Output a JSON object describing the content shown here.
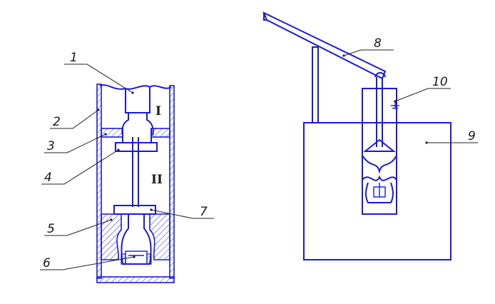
{
  "colors": {
    "outline": "#1a1adb",
    "leader": "#222222",
    "background": "#ffffff"
  },
  "labels": {
    "n1": "1",
    "n2": "2",
    "n3": "3",
    "n4": "4",
    "n5": "5",
    "n6": "6",
    "n7": "7",
    "n8": "8",
    "n9": "9",
    "n10": "10",
    "zone1": "I",
    "zone2": "II"
  }
}
